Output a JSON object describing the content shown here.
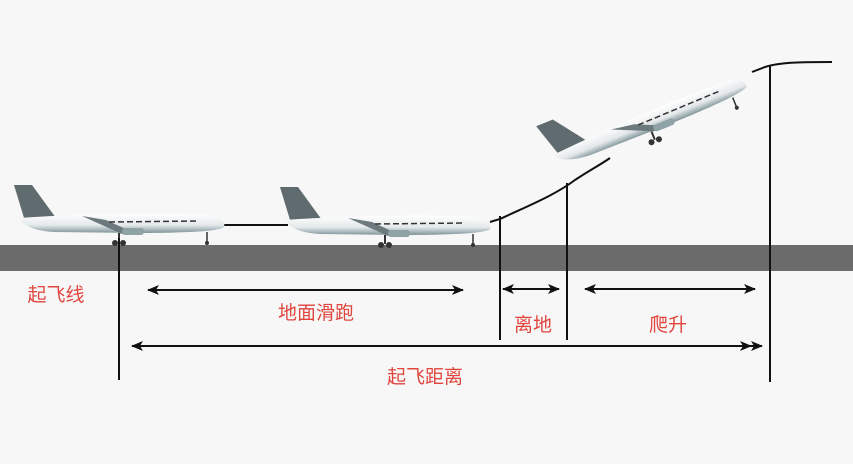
{
  "labels": {
    "takeoff_line": "起飞线",
    "ground_roll": "地面滑跑",
    "liftoff": "离地",
    "climb": "爬升",
    "takeoff_distance": "起飞距离"
  },
  "colors": {
    "label": "#e0463e",
    "runway": "#6b6b6b",
    "line": "#111111",
    "background": "#f7f7f7"
  }
}
